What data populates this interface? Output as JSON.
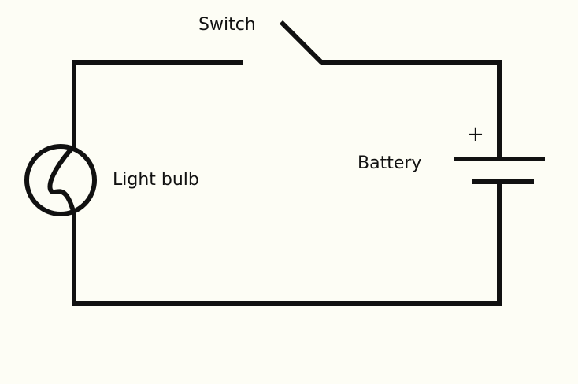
{
  "colors": {
    "background": "#fdfdf5",
    "wire": "#111111"
  },
  "labels": {
    "switch": "Switch",
    "light_bulb": "Light bulb",
    "battery": "Battery",
    "battery_positive": "+"
  }
}
